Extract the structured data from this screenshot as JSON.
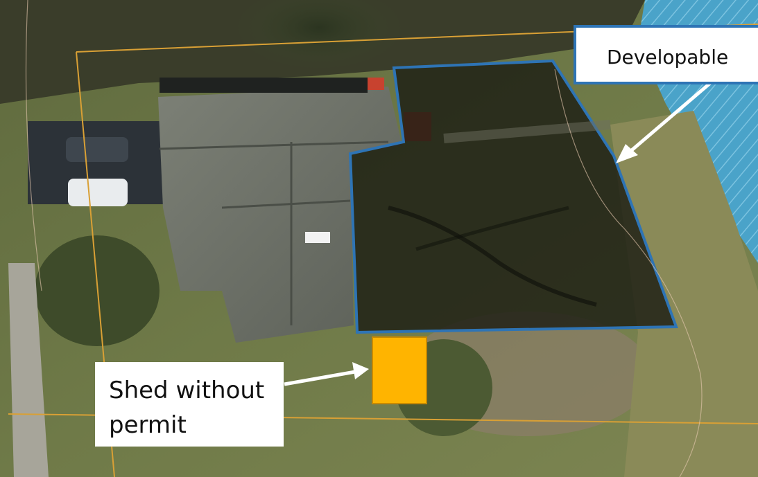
{
  "map": {
    "labels": {
      "developable": "Developable",
      "shed_line1": "Shed without",
      "shed_line2": "permit"
    },
    "colors": {
      "developable_outline": "#2E74B5",
      "shed_fill": "#FFB400",
      "shed_outline": "#C98A00",
      "parcel_lines": "#D9A035",
      "arrows": "#ffffff"
    },
    "icons": {
      "developable_arrow": "arrow-icon",
      "shed_arrow": "arrow-icon"
    }
  }
}
